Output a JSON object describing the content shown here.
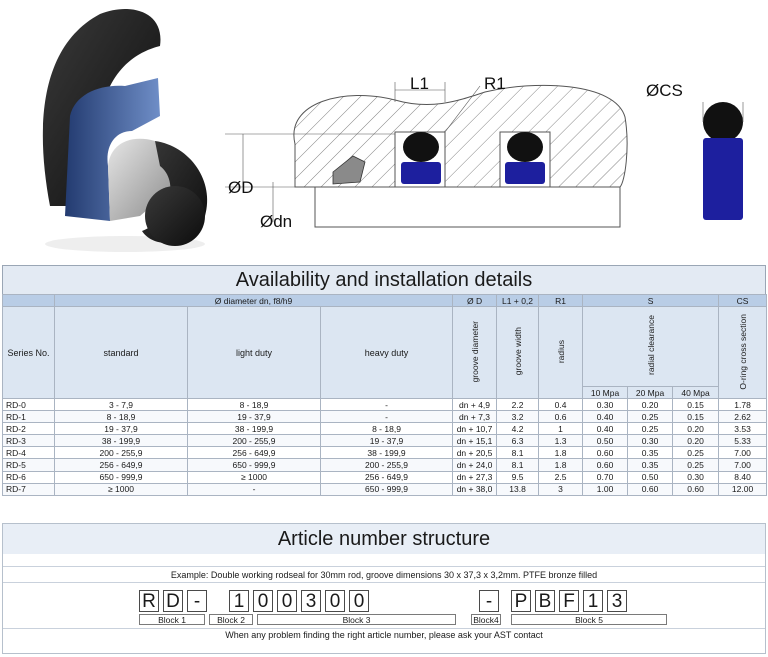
{
  "drawing": {
    "label_l1": "L1",
    "label_r1": "R1",
    "label_cs": "ØCS",
    "label_d": "ØD",
    "label_dn": "Ødn"
  },
  "availability": {
    "title": "Availability and installation details",
    "header_top": {
      "diameter": "Ø diameter dn, f8/h9",
      "od": "Ø D",
      "l1": "L1 + 0,2",
      "r1": "R1",
      "s": "S",
      "cs": "CS"
    },
    "header_mid": {
      "series": "Series No.",
      "standard": "standard",
      "light": "light duty",
      "heavy": "heavy duty",
      "groove_diameter": "groove diameter",
      "groove_width": "groove width",
      "radius": "radius",
      "radial_clearance": "radial clearance",
      "oring_cs": "O-ring cross section"
    },
    "pressures": [
      "10 Mpa",
      "20 Mpa",
      "40 Mpa"
    ],
    "rows": [
      {
        "series": "RD-0",
        "standard": "3 - 7,9",
        "light": "8 - 18,9",
        "heavy": "-",
        "od": "dn + 4,9",
        "l1": "2.2",
        "r1": "0.4",
        "s10": "0.30",
        "s20": "0.20",
        "s40": "0.15",
        "cs": "1.78"
      },
      {
        "series": "RD-1",
        "standard": "8 - 18,9",
        "light": "19 - 37,9",
        "heavy": "-",
        "od": "dn + 7,3",
        "l1": "3.2",
        "r1": "0.6",
        "s10": "0.40",
        "s20": "0.25",
        "s40": "0.15",
        "cs": "2.62"
      },
      {
        "series": "RD-2",
        "standard": "19 - 37,9",
        "light": "38 - 199,9",
        "heavy": "8 - 18,9",
        "od": "dn + 10,7",
        "l1": "4.2",
        "r1": "1",
        "s10": "0.40",
        "s20": "0.25",
        "s40": "0.20",
        "cs": "3.53"
      },
      {
        "series": "RD-3",
        "standard": "38 - 199,9",
        "light": "200 - 255,9",
        "heavy": "19 - 37,9",
        "od": "dn + 15,1",
        "l1": "6.3",
        "r1": "1.3",
        "s10": "0.50",
        "s20": "0.30",
        "s40": "0.20",
        "cs": "5.33"
      },
      {
        "series": "RD-4",
        "standard": "200 - 255,9",
        "light": "256 - 649,9",
        "heavy": "38 - 199,9",
        "od": "dn + 20,5",
        "l1": "8.1",
        "r1": "1.8",
        "s10": "0.60",
        "s20": "0.35",
        "s40": "0.25",
        "cs": "7.00"
      },
      {
        "series": "RD-5",
        "standard": "256 - 649,9",
        "light": "650 - 999,9",
        "heavy": "200 - 255,9",
        "od": "dn + 24,0",
        "l1": "8.1",
        "r1": "1.8",
        "s10": "0.60",
        "s20": "0.35",
        "s40": "0.25",
        "cs": "7.00"
      },
      {
        "series": "RD-6",
        "standard": "650 - 999,9",
        "light": "≥ 1000",
        "heavy": "256 - 649,9",
        "od": "dn + 27,3",
        "l1": "9.5",
        "r1": "2.5",
        "s10": "0.70",
        "s20": "0.50",
        "s40": "0.30",
        "cs": "8.40"
      },
      {
        "series": "RD-7",
        "standard": "≥ 1000",
        "light": "-",
        "heavy": "650 - 999,9",
        "od": "dn + 38,0",
        "l1": "13.8",
        "r1": "3",
        "s10": "1.00",
        "s20": "0.60",
        "s40": "0.60",
        "cs": "12.00"
      }
    ]
  },
  "article": {
    "title": "Article number structure",
    "example": "Example:  Double working rodseal for 30mm rod, groove dimensions 30 x 37,3 x 3,2mm. PTFE bronze filled",
    "characters": [
      "R",
      "D",
      "-",
      "1",
      "0",
      "0",
      "3",
      "0",
      "0",
      "-",
      "P",
      "B",
      "F",
      "1",
      "3"
    ],
    "blocks": [
      "Block 1",
      "Block 2",
      "Block 3",
      "Block4",
      "Block 5"
    ],
    "note": "When any problem finding the right article number, please ask your AST contact"
  },
  "colors": {
    "header_blue": "#b9cde6",
    "header_light": "#dce6f2",
    "seal_blue": "#1d1f9e",
    "oring_black": "#111111"
  }
}
